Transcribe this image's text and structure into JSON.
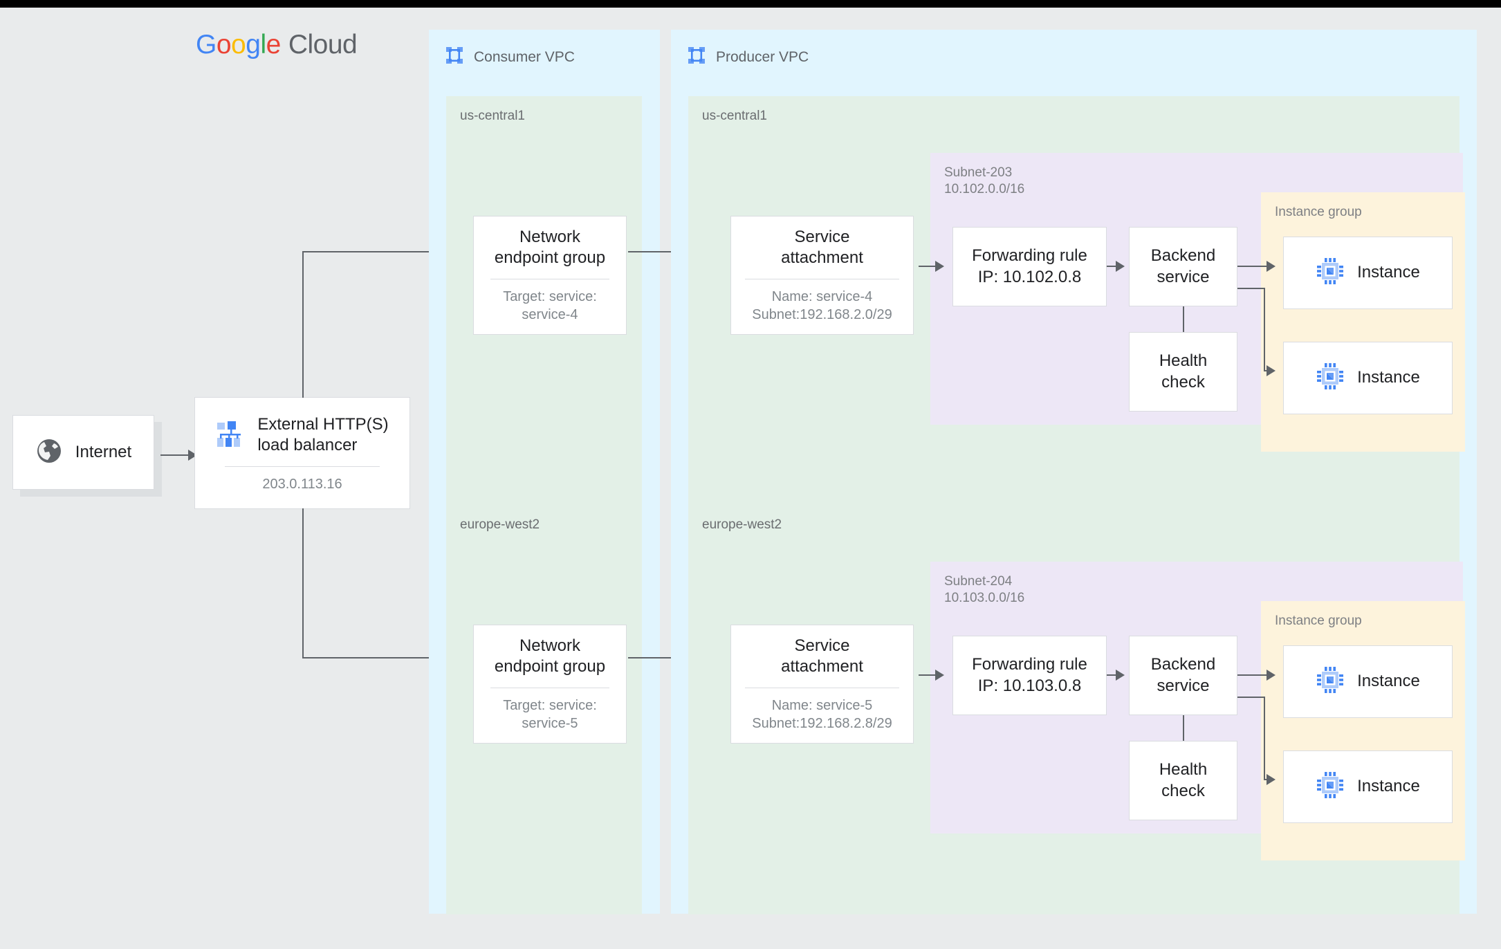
{
  "brand": {
    "logo_text": "Google Cloud",
    "logo_letters": [
      "G",
      "o",
      "o",
      "g",
      "l",
      "e"
    ],
    "logo_word2": "Cloud",
    "colors": {
      "blue": "#4285F4",
      "red": "#EA4335",
      "yellow": "#FBBC05",
      "green": "#34A853",
      "gray": "#5F6368"
    }
  },
  "palette": {
    "page_background": "#e9ebec",
    "vpc_background": "#e1f5fe",
    "region_background": "#e3f0e7",
    "subnet_background": "#ede7f6",
    "instance_group_background": "#fdf3dc",
    "node_background": "#ffffff",
    "node_border": "#dadce0",
    "connector": "#5f6368",
    "icon_blue": "#4285F4",
    "icon_blue_light": "#8ab4f8"
  },
  "external": {
    "internet": {
      "label": "Internet",
      "icon": "globe-icon"
    },
    "load_balancer": {
      "title": "External HTTP(S)\nload balancer",
      "ip": "203.0.113.16",
      "icon": "load-balancer-icon"
    }
  },
  "consumer_vpc": {
    "title": "Consumer VPC",
    "icon": "vpc-icon",
    "regions": [
      {
        "name": "us-central1",
        "neg": {
          "title": "Network\nendpoint group",
          "detail": "Target: service:\nservice-4"
        }
      },
      {
        "name": "europe-west2",
        "neg": {
          "title": "Network\nendpoint group",
          "detail": "Target: service:\nservice-5"
        }
      }
    ]
  },
  "producer_vpc": {
    "title": "Producer VPC",
    "icon": "vpc-icon",
    "regions": [
      {
        "name": "us-central1",
        "service_attachment": {
          "title": "Service\nattachment",
          "detail": "Name: service-4\nSubnet:192.168.2.0/29"
        },
        "subnet": {
          "label": "Subnet-203\n10.102.0.0/16",
          "forwarding_rule": "Forwarding rule\nIP: 10.102.0.8",
          "backend_service": "Backend\nservice",
          "health_check": "Health\ncheck",
          "instance_group": {
            "label": "Instance group",
            "instances": [
              {
                "label": "Instance",
                "icon": "vm-instance-icon"
              },
              {
                "label": "Instance",
                "icon": "vm-instance-icon"
              }
            ]
          }
        }
      },
      {
        "name": "europe-west2",
        "service_attachment": {
          "title": "Service\nattachment",
          "detail": "Name: service-5\nSubnet:192.168.2.8/29"
        },
        "subnet": {
          "label": "Subnet-204\n10.103.0.0/16",
          "forwarding_rule": "Forwarding rule\nIP: 10.103.0.8",
          "backend_service": "Backend\nservice",
          "health_check": "Health\ncheck",
          "instance_group": {
            "label": "Instance group",
            "instances": [
              {
                "label": "Instance",
                "icon": "vm-instance-icon"
              },
              {
                "label": "Instance",
                "icon": "vm-instance-icon"
              }
            ]
          }
        }
      }
    ]
  }
}
